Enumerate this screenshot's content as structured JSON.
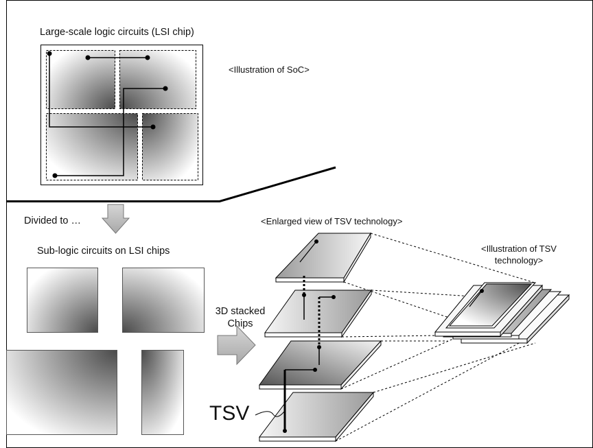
{
  "labels": {
    "lsi_title": "Large-scale logic circuits (LSI chip)",
    "soc_caption": "<Illustration of SoC>",
    "divided": "Divided to …",
    "sub_logic": "Sub-logic circuits on LSI chips",
    "stacked_line1": "3D stacked",
    "stacked_line2": "Chips",
    "enlarged": "<Enlarged view of TSV technology>",
    "tsv_illus_line1": "<Illustration of TSV",
    "tsv_illus_line2": "technology>",
    "tsv": "TSV"
  },
  "icons": {
    "down_arrow": "down-arrow-icon",
    "right_arrow": "right-arrow-icon"
  },
  "colors": {
    "line": "#000000",
    "chip_dark": "#3a3a3a",
    "chip_light": "#ffffff",
    "arrow_fill": "#bdbdbd"
  }
}
